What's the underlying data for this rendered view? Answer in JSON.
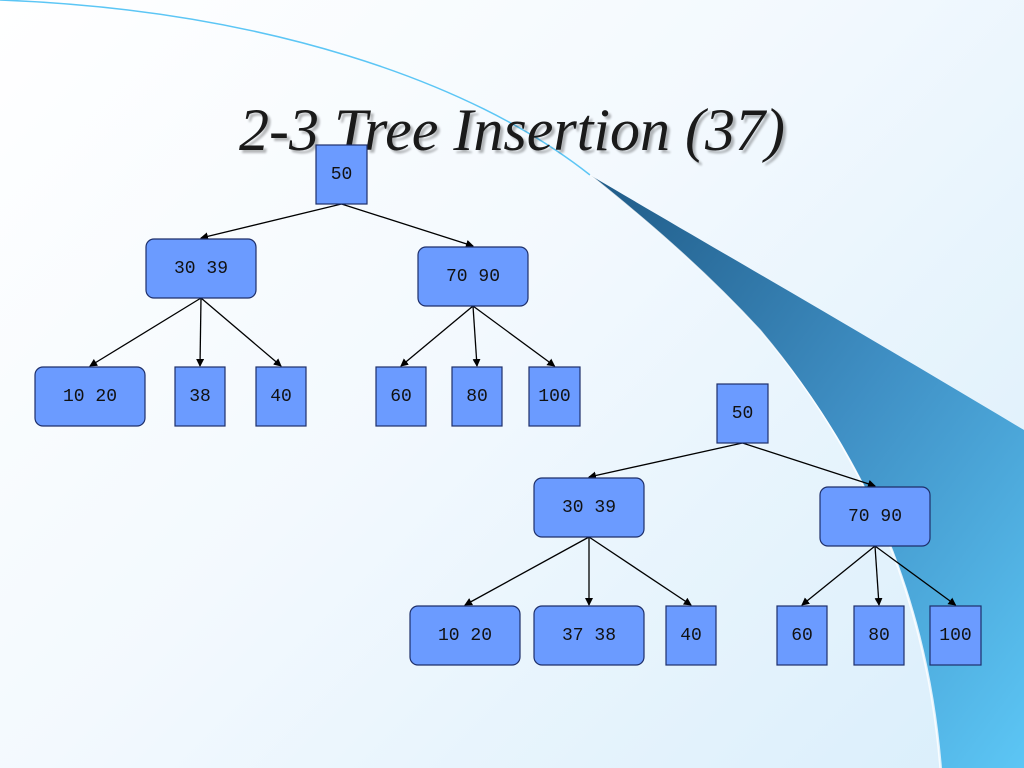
{
  "slide": {
    "title": "2-3 Tree Insertion (37)"
  },
  "colors": {
    "node_fill": "#6b9bff",
    "node_border": "#1e2f6a",
    "edge": "#000000",
    "background": "#e6f3fc",
    "swoosh_dark": "#2f6f9c",
    "swoosh_light": "#5cc6f5"
  },
  "trees": [
    {
      "id": "before",
      "nodes": [
        {
          "id": "r",
          "keys": [
            "50"
          ]
        },
        {
          "id": "a",
          "keys": [
            "30",
            "39"
          ]
        },
        {
          "id": "b",
          "keys": [
            "70",
            "90"
          ]
        },
        {
          "id": "c",
          "keys": [
            "10",
            "20"
          ]
        },
        {
          "id": "d",
          "keys": [
            "38"
          ]
        },
        {
          "id": "e",
          "keys": [
            "40"
          ]
        },
        {
          "id": "f",
          "keys": [
            "60"
          ]
        },
        {
          "id": "g",
          "keys": [
            "80"
          ]
        },
        {
          "id": "h",
          "keys": [
            "100"
          ]
        }
      ],
      "edges": [
        [
          "r",
          "a"
        ],
        [
          "r",
          "b"
        ],
        [
          "a",
          "c"
        ],
        [
          "a",
          "d"
        ],
        [
          "a",
          "e"
        ],
        [
          "b",
          "f"
        ],
        [
          "b",
          "g"
        ],
        [
          "b",
          "h"
        ]
      ]
    },
    {
      "id": "after",
      "nodes": [
        {
          "id": "r",
          "keys": [
            "50"
          ]
        },
        {
          "id": "a",
          "keys": [
            "30",
            "39"
          ]
        },
        {
          "id": "b",
          "keys": [
            "70",
            "90"
          ]
        },
        {
          "id": "c",
          "keys": [
            "10",
            "20"
          ]
        },
        {
          "id": "d",
          "keys": [
            "37",
            "38"
          ]
        },
        {
          "id": "e",
          "keys": [
            "40"
          ]
        },
        {
          "id": "f",
          "keys": [
            "60"
          ]
        },
        {
          "id": "g",
          "keys": [
            "80"
          ]
        },
        {
          "id": "h",
          "keys": [
            "100"
          ]
        }
      ],
      "edges": [
        [
          "r",
          "a"
        ],
        [
          "r",
          "b"
        ],
        [
          "a",
          "c"
        ],
        [
          "a",
          "d"
        ],
        [
          "a",
          "e"
        ],
        [
          "b",
          "f"
        ],
        [
          "b",
          "g"
        ],
        [
          "b",
          "h"
        ]
      ]
    }
  ]
}
